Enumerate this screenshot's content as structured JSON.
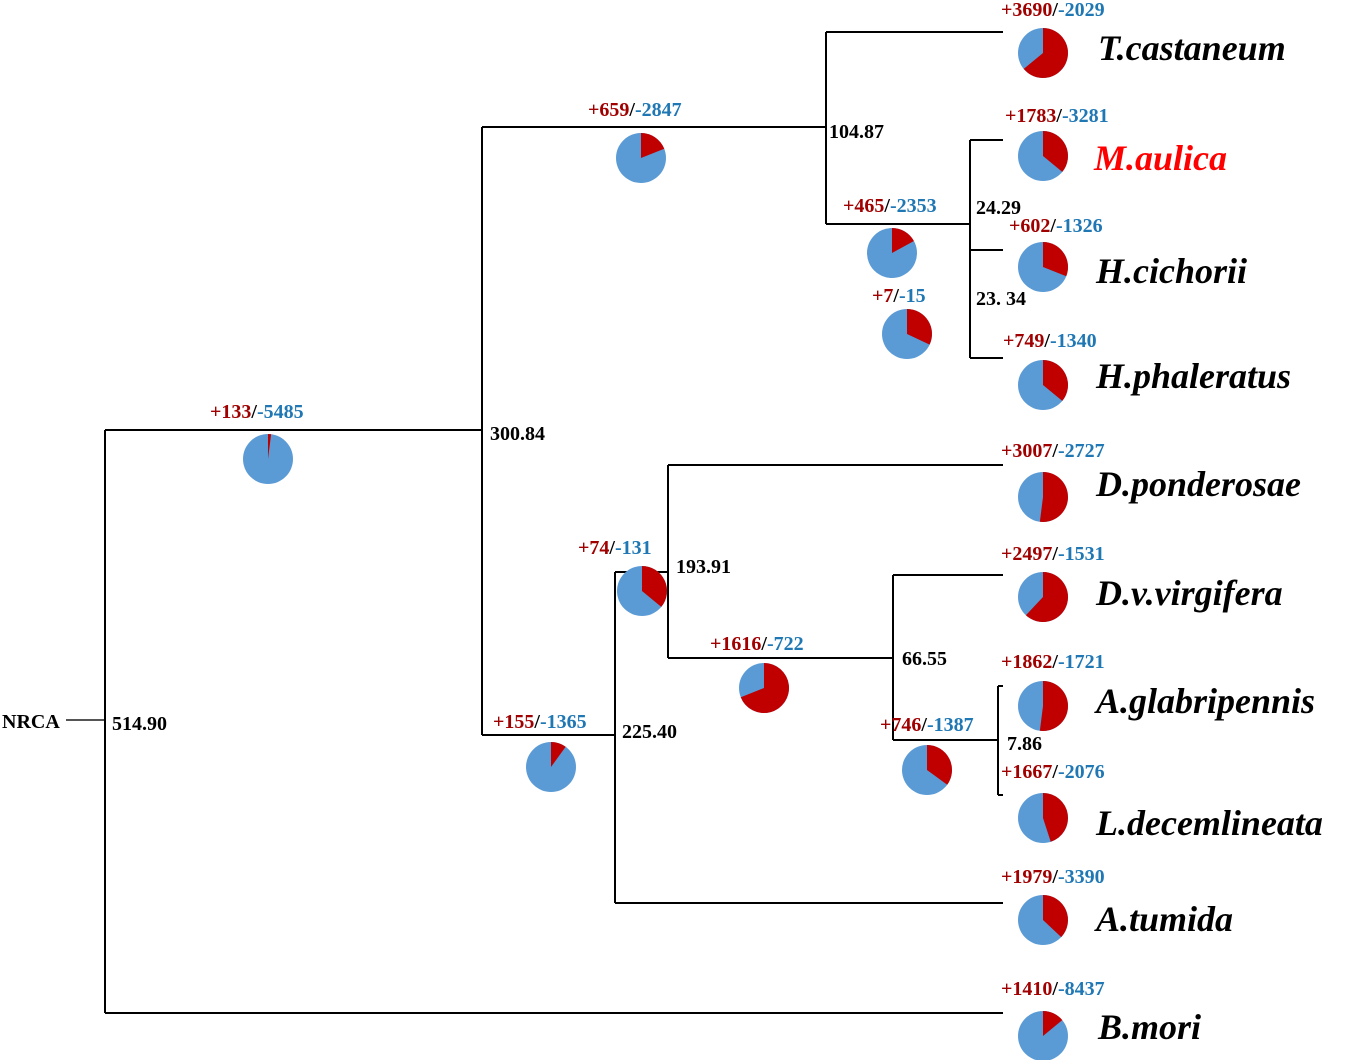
{
  "colors": {
    "expansion": "#c00000",
    "contraction": "#5b9bd5",
    "count_plus": "#a00000",
    "count_minus": "#1f77b4",
    "highlight_taxon": "#ff0000",
    "line": "#000000"
  },
  "root_label": "NRCA",
  "taxa": [
    {
      "id": "tcas",
      "name": "T.castaneum",
      "plus": "+3690",
      "minus": "-2029",
      "expansion_fraction": 0.64,
      "highlight": false
    },
    {
      "id": "maul",
      "name": "M.aulica",
      "plus": "+1783",
      "minus": "-3281",
      "expansion_fraction": 0.36,
      "highlight": true
    },
    {
      "id": "hcic",
      "name": "H.cichorii",
      "plus": "+602",
      "minus": "-1326",
      "expansion_fraction": 0.31,
      "highlight": false
    },
    {
      "id": "hpha",
      "name": "H.phaleratus",
      "plus": "+749",
      "minus": "-1340",
      "expansion_fraction": 0.36,
      "highlight": false
    },
    {
      "id": "dpon",
      "name": "D.ponderosae",
      "plus": "+3007",
      "minus": "-2727",
      "expansion_fraction": 0.52,
      "highlight": false
    },
    {
      "id": "dvir",
      "name": "D.v.virgifera",
      "plus": "+2497",
      "minus": "-1531",
      "expansion_fraction": 0.62,
      "highlight": false
    },
    {
      "id": "agla",
      "name": "A.glabripennis",
      "plus": "+1862",
      "minus": "-1721",
      "expansion_fraction": 0.52,
      "highlight": false
    },
    {
      "id": "ldec",
      "name": "L.decemlineata",
      "plus": "+1667",
      "minus": "-2076",
      "expansion_fraction": 0.45,
      "highlight": false
    },
    {
      "id": "atum",
      "name": "A.tumida",
      "plus": "+1979",
      "minus": "-3390",
      "expansion_fraction": 0.37,
      "highlight": false
    },
    {
      "id": "bmor",
      "name": "B.mori",
      "plus": "+1410",
      "minus": "-8437",
      "expansion_fraction": 0.14,
      "highlight": false
    }
  ],
  "internal_nodes": [
    {
      "id": "root",
      "age": "514.90"
    },
    {
      "id": "n30084",
      "age": "300.84",
      "plus": "+133",
      "minus": "-5485",
      "expansion_fraction": 0.02
    },
    {
      "id": "n10487",
      "age": "104.87",
      "plus": "+659",
      "minus": "-2847",
      "expansion_fraction": 0.19
    },
    {
      "id": "n2429",
      "age": "24.29",
      "plus": "+465",
      "minus": "-2353",
      "expansion_fraction": 0.17
    },
    {
      "id": "n2334",
      "age": "23. 34",
      "plus": "+7",
      "minus": "-15",
      "expansion_fraction": 0.32
    },
    {
      "id": "n22540",
      "age": "225.40",
      "plus": "+155",
      "minus": "-1365",
      "expansion_fraction": 0.1
    },
    {
      "id": "n19391",
      "age": "193.91",
      "plus": "+74",
      "minus": "-131",
      "expansion_fraction": 0.36
    },
    {
      "id": "n6655",
      "age": "66.55",
      "plus": "+1616",
      "minus": "-722",
      "expansion_fraction": 0.69
    },
    {
      "id": "n786",
      "age": "7.86",
      "plus": "+746",
      "minus": "-1387",
      "expansion_fraction": 0.35
    }
  ]
}
